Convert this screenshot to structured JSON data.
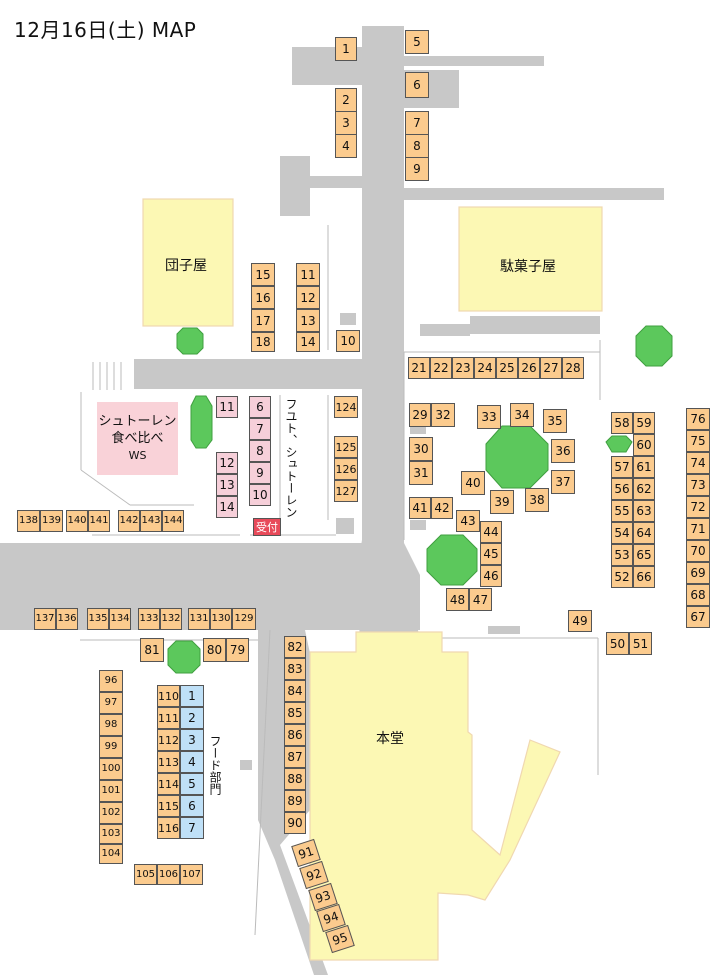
{
  "title": "12月16日(土)  MAP",
  "buildings": {
    "dango": "団子屋",
    "dagashi": "駄菓子屋",
    "hondo": "本堂"
  },
  "ws_block": {
    "line1": "シュトーレン",
    "line2": "食べ比べ",
    "line3": "WS"
  },
  "vertical_labels": {
    "futo_stollen": "フユト、シュトーレン",
    "food": "フード部門"
  },
  "reception": "受付",
  "stall_colors": {
    "orange": "#fbcb8e",
    "pink": "#f6cfd9",
    "blue": "#bfe0f7",
    "red": "#e84a5a"
  },
  "stalls": {
    "s1": "1",
    "s2": "2",
    "s3": "3",
    "s4": "4",
    "s5": "5",
    "s6": "6",
    "s7": "7",
    "s8": "8",
    "s9": "9",
    "s10": "10",
    "s11": "11",
    "s12": "12",
    "s13": "13",
    "s14": "14",
    "s15": "15",
    "s16": "16",
    "s17": "17",
    "s18": "18",
    "s21": "21",
    "s22": "22",
    "s23": "23",
    "s24": "24",
    "s25": "25",
    "s26": "26",
    "s27": "27",
    "s28": "28",
    "s29": "29",
    "s30": "30",
    "s31": "31",
    "s32": "32",
    "s33": "33",
    "s34": "34",
    "s35": "35",
    "s36": "36",
    "s37": "37",
    "s38": "38",
    "s39": "39",
    "s40": "40",
    "s41": "41",
    "s42": "42",
    "s43": "43",
    "s44": "44",
    "s45": "45",
    "s46": "46",
    "s47": "47",
    "s48": "48",
    "s49": "49",
    "s50": "50",
    "s51": "51",
    "s52": "52",
    "s53": "53",
    "s54": "54",
    "s55": "55",
    "s56": "56",
    "s57": "57",
    "s58": "58",
    "s59": "59",
    "s60": "60",
    "s61": "61",
    "s62": "62",
    "s63": "63",
    "s64": "64",
    "s65": "65",
    "s66": "66",
    "s67": "67",
    "s68": "68",
    "s69": "69",
    "s70": "70",
    "s71": "71",
    "s72": "72",
    "s73": "73",
    "s74": "74",
    "s75": "75",
    "s76": "76",
    "s79": "79",
    "s80": "80",
    "s81": "81",
    "s82": "82",
    "s83": "83",
    "s84": "84",
    "s85": "85",
    "s86": "86",
    "s87": "87",
    "s88": "88",
    "s89": "89",
    "s90": "90",
    "s91": "91",
    "s92": "92",
    "s93": "93",
    "s94": "94",
    "s95": "95",
    "s96": "96",
    "s97": "97",
    "s98": "98",
    "s99": "99",
    "s100": "100",
    "s101": "101",
    "s102": "102",
    "s103": "103",
    "s104": "104",
    "s105": "105",
    "s106": "106",
    "s107": "107",
    "s110": "110",
    "s111": "111",
    "s112": "112",
    "s113": "113",
    "s114": "114",
    "s115": "115",
    "s116": "116",
    "s124": "124",
    "s125": "125",
    "s126": "126",
    "s127": "127",
    "s129": "129",
    "s130": "130",
    "s131": "131",
    "s132": "132",
    "s133": "133",
    "s134": "134",
    "s135": "135",
    "s136": "136",
    "s137": "137",
    "s138": "138",
    "s139": "139",
    "s140": "140",
    "s141": "141",
    "s142": "142",
    "s143": "143",
    "s144": "144"
  }
}
